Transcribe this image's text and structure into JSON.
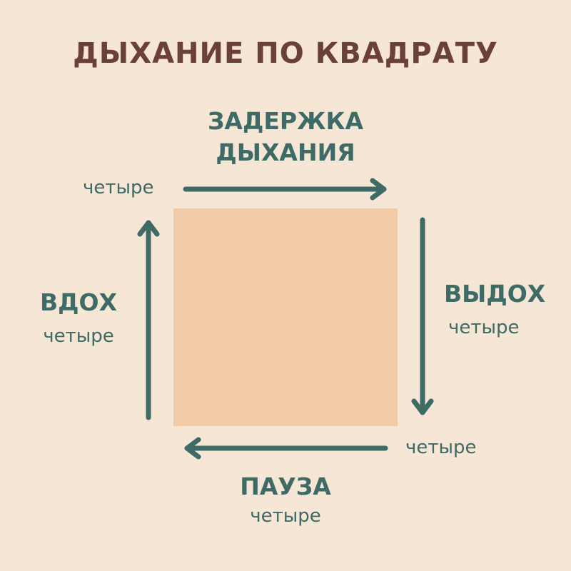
{
  "title": "ДЫХАНИЕ ПО КВАДРАТУ",
  "colors": {
    "background": "#f5e6d6",
    "square": "#f2cba8",
    "accent": "#3e6b66",
    "title": "#6b4038"
  },
  "steps": {
    "top": {
      "label_line1": "ЗАДЕРЖКА",
      "label_line2": "ДЫХАНИЯ",
      "count": "четыре",
      "direction": "right-arrow"
    },
    "right": {
      "label": "ВЫДОХ",
      "count": "четыре",
      "direction": "down-arrow"
    },
    "bottom": {
      "label": "ПАУЗА",
      "count": "четыре",
      "direction": "left-arrow"
    },
    "bottom_right_count": "четыре",
    "left": {
      "label": "ВДОХ",
      "count": "четыре",
      "direction": "up-arrow"
    }
  }
}
